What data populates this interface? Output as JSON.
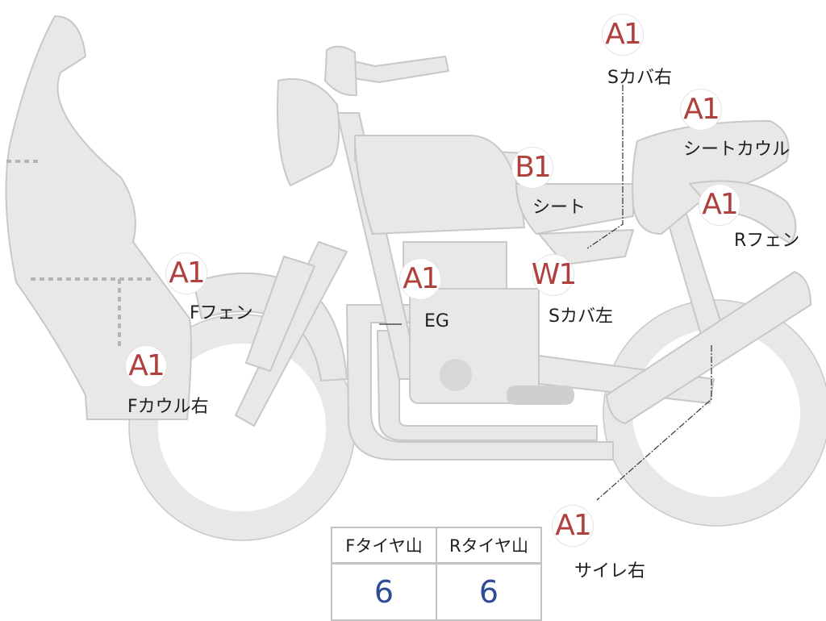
{
  "colors": {
    "part_fill": "#e8e8e6",
    "part_stroke": "#c8c8c6",
    "badge_text": "#b0403d",
    "label_text": "#1e1e1e",
    "tire_value": "#2f4a96",
    "table_border": "#c3c3c3"
  },
  "parts": [
    {
      "id": "s-cover-right",
      "grade": "A1",
      "label": "Sカバ右"
    },
    {
      "id": "seat-cowl",
      "grade": "A1",
      "label": "シートカウル"
    },
    {
      "id": "seat",
      "grade": "B1",
      "label": "シート"
    },
    {
      "id": "rear-fender",
      "grade": "A1",
      "label": "Rフェン"
    },
    {
      "id": "front-fender",
      "grade": "A1",
      "label": "Fフェン"
    },
    {
      "id": "engine",
      "grade": "A1",
      "label": "EG"
    },
    {
      "id": "s-cover-left",
      "grade": "W1",
      "label": "Sカバ左"
    },
    {
      "id": "front-cowl-right",
      "grade": "A1",
      "label": "Fカウル右"
    },
    {
      "id": "silencer-right",
      "grade": "A1",
      "label": "サイレ右"
    }
  ],
  "tire_table": {
    "headers": [
      "Fタイヤ山",
      "Rタイヤ山"
    ],
    "values": [
      "6",
      "6"
    ]
  }
}
